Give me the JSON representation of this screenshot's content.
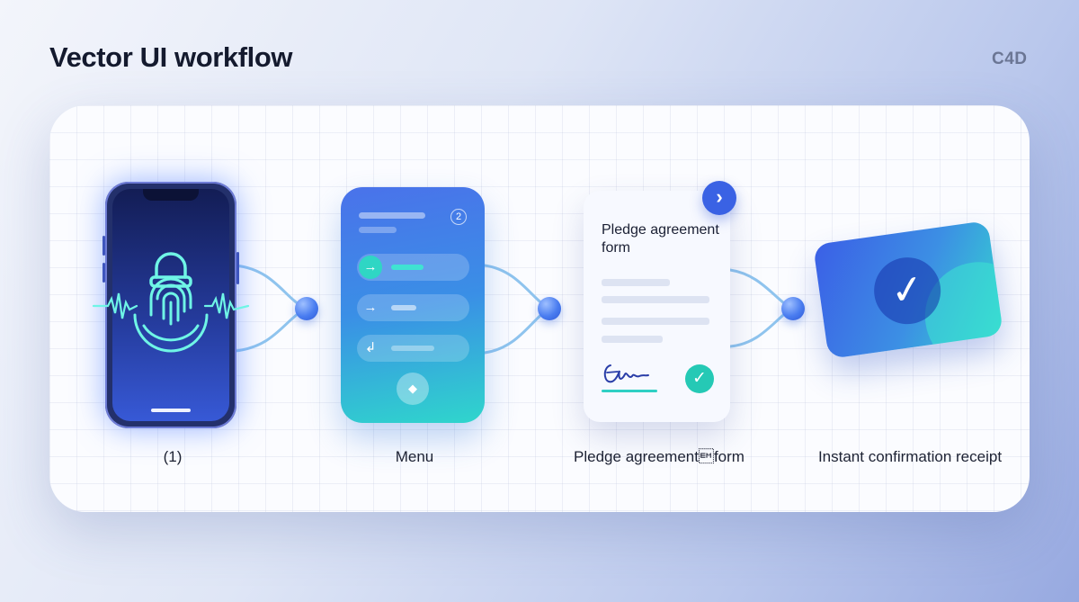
{
  "header": {
    "title": "Vector UI workflow",
    "badge": "C4D"
  },
  "steps": [
    {
      "label": "(1)",
      "icon": "fingerprint-lock-icon"
    },
    {
      "label": "Menu",
      "icon": "menu-icon"
    },
    {
      "label": "Pledge agreement\u0019form",
      "icon": "form-icon"
    },
    {
      "label": "Instant confirmation receipt",
      "icon": "checkmark-icon"
    }
  ],
  "menu_card": {
    "badge_number": "2",
    "row_icons": [
      "→",
      "→",
      "↲"
    ],
    "button_icon": "◆"
  },
  "form_card": {
    "title": "Pledge agreement form",
    "signature": "Elen",
    "check_icon": "✓",
    "next_icon": "›"
  },
  "receipt": {
    "check_icon": "✓"
  },
  "colors": {
    "accent_blue": "#3a62e4",
    "accent_teal": "#2fd0c4",
    "glow": "#5cf0e0",
    "text_dark": "#141a2e"
  }
}
